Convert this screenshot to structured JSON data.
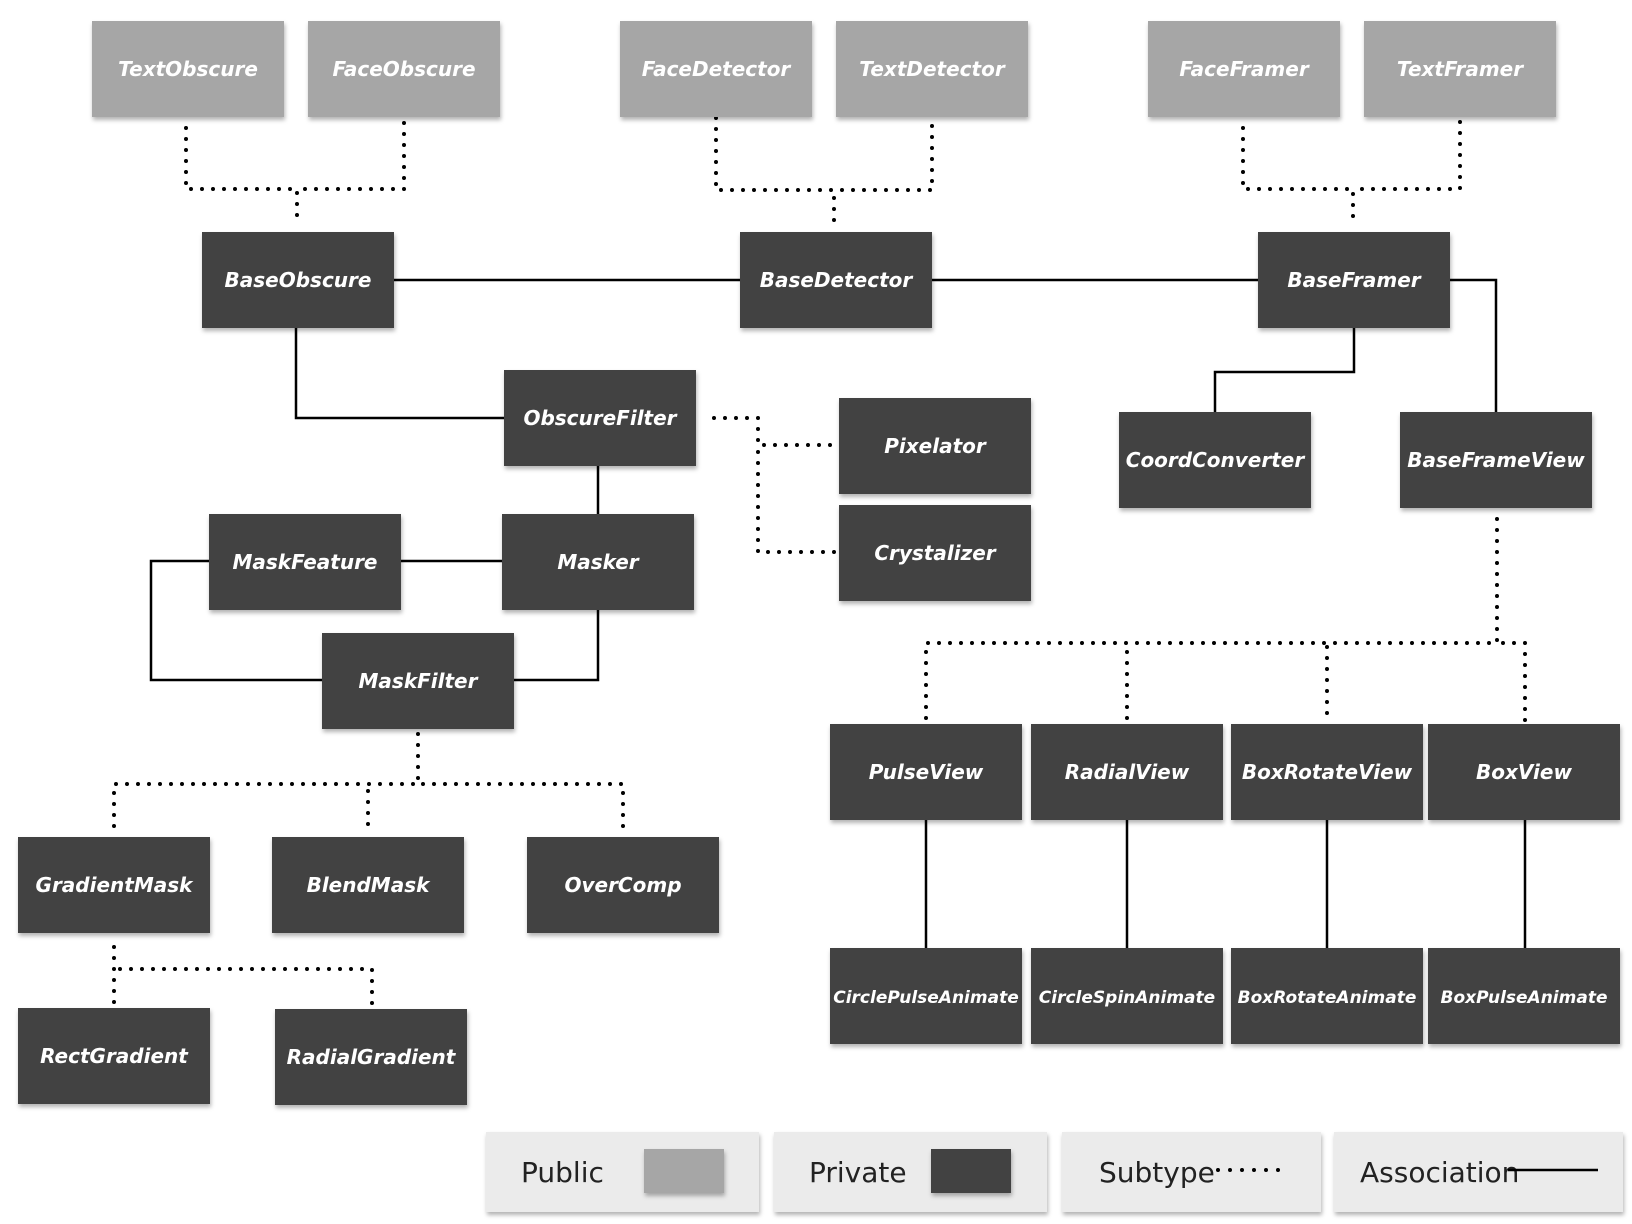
{
  "nodes": [
    {
      "id": "textobscure",
      "label": "TextObscure",
      "kind": "public"
    },
    {
      "id": "faceobscure",
      "label": "FaceObscure",
      "kind": "public"
    },
    {
      "id": "facedetector",
      "label": "FaceDetector",
      "kind": "public"
    },
    {
      "id": "textdetector",
      "label": "TextDetector",
      "kind": "public"
    },
    {
      "id": "faceframer",
      "label": "FaceFramer",
      "kind": "public"
    },
    {
      "id": "textframer",
      "label": "TextFramer",
      "kind": "public"
    },
    {
      "id": "baseobscure",
      "label": "BaseObscure",
      "kind": "private"
    },
    {
      "id": "basedetector",
      "label": "BaseDetector",
      "kind": "private"
    },
    {
      "id": "baseframer",
      "label": "BaseFramer",
      "kind": "private"
    },
    {
      "id": "obscurefilter",
      "label": "ObscureFilter",
      "kind": "private"
    },
    {
      "id": "pixelator",
      "label": "Pixelator",
      "kind": "private"
    },
    {
      "id": "crystalizer",
      "label": "Crystalizer",
      "kind": "private"
    },
    {
      "id": "coordconverter",
      "label": "CoordConverter",
      "kind": "private"
    },
    {
      "id": "baseframeview",
      "label": "BaseFrameView",
      "kind": "private"
    },
    {
      "id": "maskfeature",
      "label": "MaskFeature",
      "kind": "private"
    },
    {
      "id": "masker",
      "label": "Masker",
      "kind": "private"
    },
    {
      "id": "maskfilter",
      "label": "MaskFilter",
      "kind": "private"
    },
    {
      "id": "gradientmask",
      "label": "GradientMask",
      "kind": "private"
    },
    {
      "id": "blendmask",
      "label": "BlendMask",
      "kind": "private"
    },
    {
      "id": "overcomp",
      "label": "OverComp",
      "kind": "private"
    },
    {
      "id": "rectgradient",
      "label": "RectGradient",
      "kind": "private"
    },
    {
      "id": "radialgradient",
      "label": "RadialGradient",
      "kind": "private"
    },
    {
      "id": "pulseview",
      "label": "PulseView",
      "kind": "private"
    },
    {
      "id": "radialview",
      "label": "RadialView",
      "kind": "private"
    },
    {
      "id": "boxrotateview",
      "label": "BoxRotateView",
      "kind": "private"
    },
    {
      "id": "boxview",
      "label": "BoxView",
      "kind": "private"
    },
    {
      "id": "circlepulseanimate",
      "label": "CirclePulseAnimate",
      "kind": "private"
    },
    {
      "id": "circlespinanimate",
      "label": "CircleSpinAnimate",
      "kind": "private"
    },
    {
      "id": "boxrotateanimate",
      "label": "BoxRotateAnimate",
      "kind": "private"
    },
    {
      "id": "boxpulseanimate",
      "label": "BoxPulseAnimate",
      "kind": "private"
    }
  ],
  "edges": [
    {
      "from": "textobscure",
      "to": "baseobscure",
      "type": "subtype"
    },
    {
      "from": "faceobscure",
      "to": "baseobscure",
      "type": "subtype"
    },
    {
      "from": "facedetector",
      "to": "basedetector",
      "type": "subtype"
    },
    {
      "from": "textdetector",
      "to": "basedetector",
      "type": "subtype"
    },
    {
      "from": "faceframer",
      "to": "baseframer",
      "type": "subtype"
    },
    {
      "from": "textframer",
      "to": "baseframer",
      "type": "subtype"
    },
    {
      "from": "baseobscure",
      "to": "basedetector",
      "type": "association"
    },
    {
      "from": "basedetector",
      "to": "baseframer",
      "type": "association"
    },
    {
      "from": "baseobscure",
      "to": "obscurefilter",
      "type": "association"
    },
    {
      "from": "pixelator",
      "to": "obscurefilter",
      "type": "subtype"
    },
    {
      "from": "crystalizer",
      "to": "obscurefilter",
      "type": "subtype"
    },
    {
      "from": "obscurefilter",
      "to": "masker",
      "type": "association"
    },
    {
      "from": "maskfeature",
      "to": "masker",
      "type": "association"
    },
    {
      "from": "maskfeature",
      "to": "maskfilter",
      "type": "association"
    },
    {
      "from": "masker",
      "to": "maskfilter",
      "type": "association"
    },
    {
      "from": "gradientmask",
      "to": "maskfilter",
      "type": "subtype"
    },
    {
      "from": "blendmask",
      "to": "maskfilter",
      "type": "subtype"
    },
    {
      "from": "overcomp",
      "to": "maskfilter",
      "type": "subtype"
    },
    {
      "from": "rectgradient",
      "to": "gradientmask",
      "type": "subtype"
    },
    {
      "from": "radialgradient",
      "to": "gradientmask",
      "type": "subtype"
    },
    {
      "from": "baseframer",
      "to": "coordconverter",
      "type": "association"
    },
    {
      "from": "baseframer",
      "to": "baseframeview",
      "type": "association"
    },
    {
      "from": "pulseview",
      "to": "baseframeview",
      "type": "subtype"
    },
    {
      "from": "radialview",
      "to": "baseframeview",
      "type": "subtype"
    },
    {
      "from": "boxrotateview",
      "to": "baseframeview",
      "type": "subtype"
    },
    {
      "from": "boxview",
      "to": "baseframeview",
      "type": "subtype"
    },
    {
      "from": "pulseview",
      "to": "circlepulseanimate",
      "type": "association"
    },
    {
      "from": "radialview",
      "to": "circlespinanimate",
      "type": "association"
    },
    {
      "from": "boxrotateview",
      "to": "boxrotateanimate",
      "type": "association"
    },
    {
      "from": "boxview",
      "to": "boxpulseanimate",
      "type": "association"
    }
  ],
  "legend": {
    "public_label": "Public",
    "private_label": "Private",
    "subtype_label": "Subtype",
    "association_label": "Association"
  },
  "colors": {
    "public": "#a6a6a6",
    "private": "#424242",
    "legend_panel": "#ebebeb",
    "line": "#000000"
  }
}
